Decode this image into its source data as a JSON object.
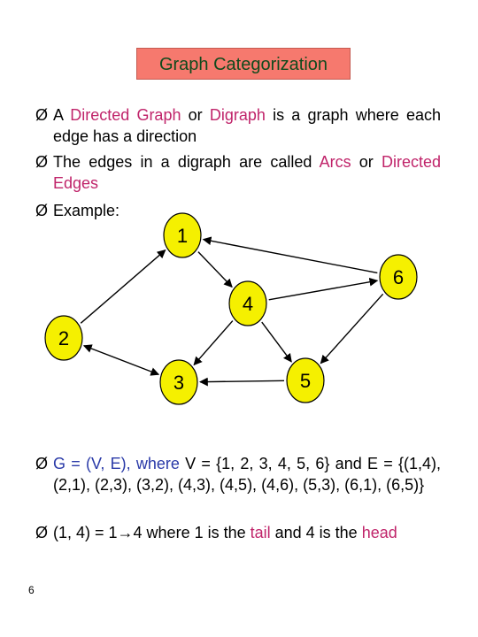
{
  "title": "Graph Categorization",
  "bullet_marker": "Ø",
  "bullets_top": [
    {
      "parts": [
        {
          "t": "A ",
          "c": ""
        },
        {
          "t": "Directed Graph",
          "c": "pink"
        },
        {
          "t": " or ",
          "c": ""
        },
        {
          "t": "Digraph",
          "c": "pink"
        },
        {
          "t": " is a graph where each edge has a direction",
          "c": ""
        }
      ]
    },
    {
      "parts": [
        {
          "t": "The edges in a digraph are called ",
          "c": ""
        },
        {
          "t": "Arcs",
          "c": "pink"
        },
        {
          "t": " or ",
          "c": ""
        },
        {
          "t": "Directed Edges",
          "c": "pink"
        }
      ]
    },
    {
      "parts": [
        {
          "t": "Example:",
          "c": ""
        }
      ]
    }
  ],
  "graph": {
    "node_color": "#f5f000",
    "nodes": [
      {
        "id": "1",
        "label": "1"
      },
      {
        "id": "2",
        "label": "2"
      },
      {
        "id": "3",
        "label": "3"
      },
      {
        "id": "4",
        "label": "4"
      },
      {
        "id": "5",
        "label": "5"
      },
      {
        "id": "6",
        "label": "6"
      }
    ],
    "edges": [
      {
        "from": "1",
        "to": "4"
      },
      {
        "from": "2",
        "to": "1"
      },
      {
        "from": "2",
        "to": "3"
      },
      {
        "from": "3",
        "to": "2"
      },
      {
        "from": "4",
        "to": "3"
      },
      {
        "from": "4",
        "to": "5"
      },
      {
        "from": "4",
        "to": "6"
      },
      {
        "from": "5",
        "to": "3"
      },
      {
        "from": "6",
        "to": "1"
      },
      {
        "from": "6",
        "to": "5"
      }
    ]
  },
  "bullets_bottom": [
    {
      "parts": [
        {
          "t": "G = (V, E), where",
          "c": "blue"
        },
        {
          "t": " V = {1, 2, 3, 4, 5, 6} and E = {(1,4), (2,1), (2,3), (3,2), (4,3), (4,5), (4,6), (5,3), (6,1), (6,5)}",
          "c": ""
        }
      ]
    },
    {
      "parts": [
        {
          "t": " (1, 4) = 1→4  where 1 is the ",
          "c": ""
        },
        {
          "t": "tail",
          "c": "pink"
        },
        {
          "t": " and 4 is the ",
          "c": ""
        },
        {
          "t": "head",
          "c": "pink"
        }
      ]
    }
  ],
  "page_number": "6"
}
